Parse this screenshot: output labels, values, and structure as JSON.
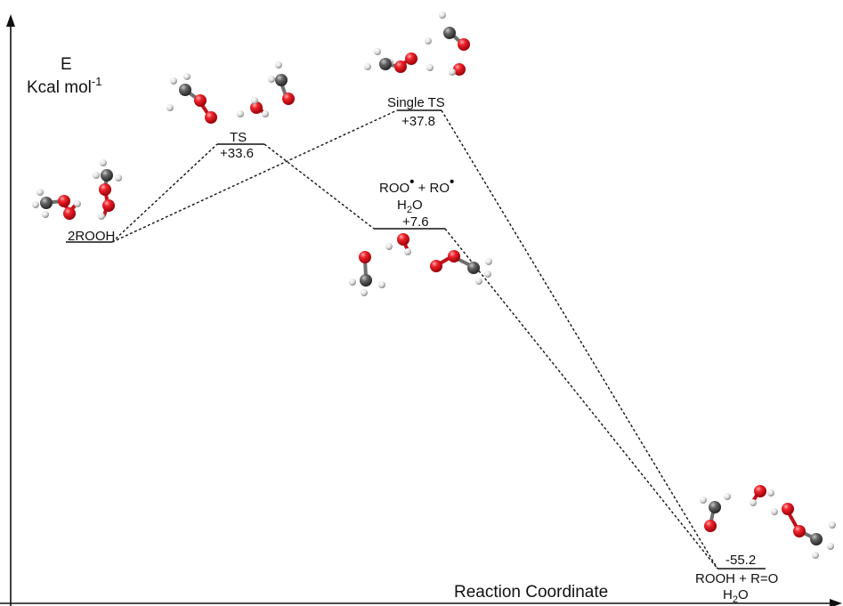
{
  "axes": {
    "y_label": "E",
    "y_unit_base": "Kcal mol",
    "y_unit_exp": "-1",
    "x_label": "Reaction Coordinate"
  },
  "states": {
    "reactant": {
      "label": "2ROOH"
    },
    "ts1": {
      "label": "TS",
      "energy": "+33.6",
      "energy_value": 33.6
    },
    "single_ts": {
      "label": "Single TS",
      "energy": "+37.8",
      "energy_value": 37.8
    },
    "intermediate": {
      "line1_a": "ROO",
      "line1_b": " +  RO",
      "line2_base": "H",
      "line2_sub": "2",
      "line2_tail": "O",
      "energy": "+7.6",
      "energy_value": 7.6
    },
    "product": {
      "energy": "-55.2",
      "energy_value": -55.2,
      "line1": "ROOH + R=O",
      "line2_base": "H",
      "line2_sub": "2",
      "line2_tail": "O"
    }
  },
  "colors": {
    "oxygen": "#e8141c",
    "carbon": "#5c5c5c",
    "hydrogen": "#e6e6e6",
    "line": "#111111"
  }
}
